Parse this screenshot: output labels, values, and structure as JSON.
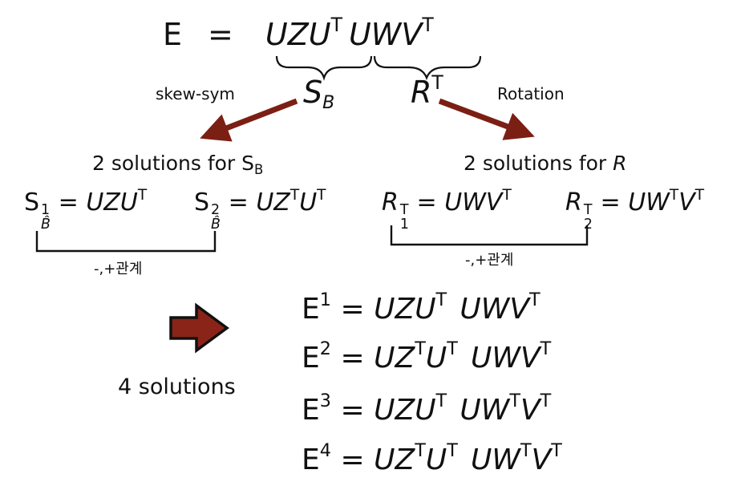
{
  "top": {
    "e": "E",
    "eq": "=",
    "u": "U",
    "z": "Z",
    "w": "W",
    "v": "V",
    "t": "T",
    "s": "S",
    "b": "B",
    "r": "R"
  },
  "labels": {
    "skew": "skew-sym",
    "rotation": "Rotation",
    "sol_sb": "2 solutions for S",
    "sol_sb_sub": "B",
    "sol_r": "2 solutions for ",
    "sol_r_var": "R",
    "rel_left": "-,+관계",
    "rel_right": "-,+관계",
    "four": "4 solutions"
  },
  "sub": {
    "one": "1",
    "two": "2",
    "three": "3",
    "four": "4",
    "bhat": "B̂"
  },
  "colors": {
    "arrow": "#7b1f15",
    "ink": "#111111"
  }
}
